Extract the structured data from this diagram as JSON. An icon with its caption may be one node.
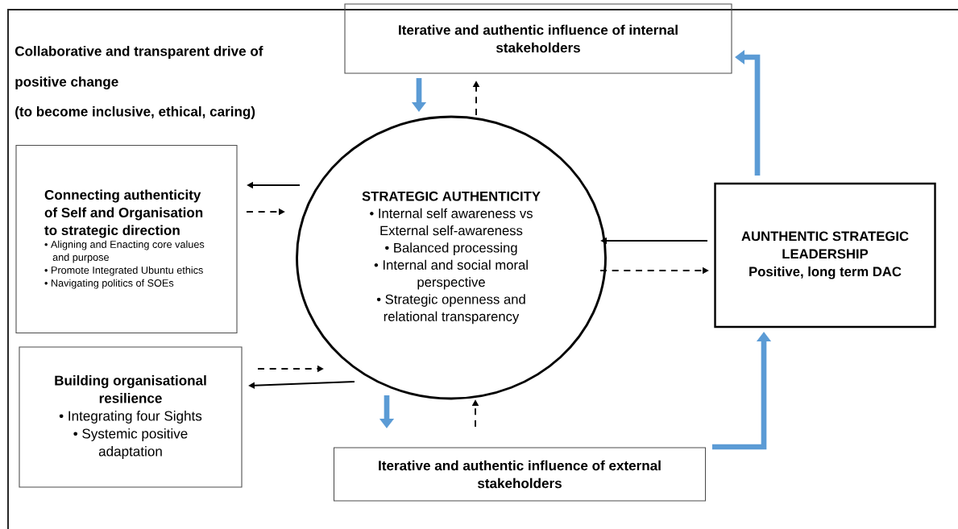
{
  "diagram": {
    "nodes": [
      {
        "text": [
          "Iterative and authentic influence of internal stakeholders"
        ]
      },
      {
        "text": [
          "STRATEGIC AUTHENTICITY",
          "• Internal self awareness vs External self-awareness",
          "• Balanced processing",
          "• Internal and social moral perspective",
          "• Strategic openness and relational transparency"
        ]
      },
      {
        "text": [
          "Connecting authenticity of Self and Organisation to strategic direction",
          "• Aligning and Enacting core values and purpose",
          "• Promote Integrated Ubuntu ethics",
          "• Navigating politics of SOEs"
        ]
      },
      {
        "text": [
          "AUNTHENTIC STRATEGIC LEADERSHIP",
          "Positive, long term DAC"
        ]
      },
      {
        "text": [
          "Building organisational resilience",
          "• Integrating four Sights",
          "• Systemic positive adaptation"
        ]
      },
      {
        "text": [
          "Iterative and authentic influence of external stakeholders"
        ]
      }
    ],
    "edges": [
      {
        "from": 0,
        "to": 1,
        "arrow": "to",
        "style": "thick",
        "color": "#5b9bd5"
      },
      {
        "from": 1,
        "to": 0,
        "arrow": "to",
        "style": "dashed"
      },
      {
        "from": 1,
        "to": 2,
        "arrow": "to"
      },
      {
        "from": 2,
        "to": 1,
        "arrow": "to",
        "style": "dashed"
      },
      {
        "from": 3,
        "to": 1,
        "arrow": "to"
      },
      {
        "from": 1,
        "to": 3,
        "arrow": "to",
        "style": "dashed"
      },
      {
        "from": 4,
        "to": 1,
        "arrow": "to",
        "style": "dashed"
      },
      {
        "from": 1,
        "to": 4,
        "arrow": "to"
      },
      {
        "from": 1,
        "to": 5,
        "arrow": "to",
        "style": "thick",
        "color": "#5b9bd5"
      },
      {
        "from": 5,
        "to": 1,
        "arrow": "to",
        "style": "dashed"
      },
      {
        "from": 5,
        "to": 3,
        "arrow": "to",
        "style": "thick",
        "color": "#5b9bd5"
      },
      {
        "from": 3,
        "to": 0,
        "arrow": "to",
        "style": "thick",
        "color": "#5b9bd5"
      }
    ],
    "labels": [
      "Collaborative and transparent drive of positive change",
      "(to become inclusive, ethical, caring)"
    ]
  }
}
